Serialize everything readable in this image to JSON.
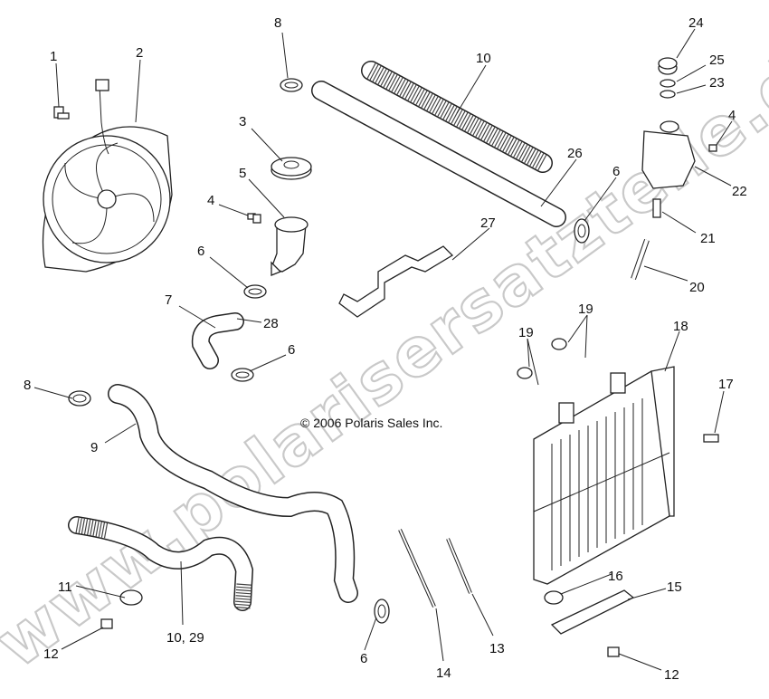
{
  "watermark": "www.polarisersatzteile.de",
  "copyright": "© 2006 Polaris Sales Inc.",
  "callouts": {
    "c1": "1",
    "c2": "2",
    "c3": "3",
    "c4a": "4",
    "c4b": "4",
    "c5": "5",
    "c6a": "6",
    "c6b": "6",
    "c6c": "6",
    "c6d": "6",
    "c7": "7",
    "c8a": "8",
    "c8b": "8",
    "c9": "9",
    "c10a": "10",
    "c10b": "10, 29",
    "c11": "11",
    "c12a": "12",
    "c12b": "12",
    "c13": "13",
    "c14": "14",
    "c15": "15",
    "c16": "16",
    "c17": "17",
    "c18": "18",
    "c19a": "19",
    "c19b": "19",
    "c20": "20",
    "c21": "21",
    "c22": "22",
    "c23": "23",
    "c24": "24",
    "c25": "25",
    "c26": "26",
    "c27": "27",
    "c28": "28"
  }
}
